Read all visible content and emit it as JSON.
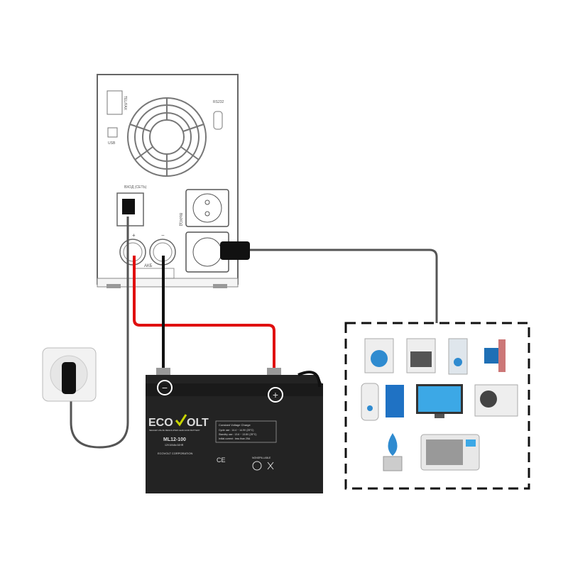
{
  "ups": {
    "telfax_label": "TEL/FAX",
    "usb_label": "USB",
    "rs232_label": "RS232",
    "input_label": "ВХОД (СЕТЬ)",
    "output_label": "ВЫХОД",
    "battery_label": "АКБ",
    "plus": "+",
    "minus": "−"
  },
  "battery": {
    "brand_left": "ECO",
    "brand_right": "OLT",
    "subtitle": "SEALED VALVE REGULATED LEAD ACID BATTERY",
    "model": "ML12-100",
    "rating": "12V100Ah/10HR",
    "company": "ECOVOLT CORPORATION",
    "spec_title": "Constant Voltage Charge",
    "spec_lines": [
      "Cycle use : 14.4 ~ 14.9V (25°C)",
      "Standby use : 13.6 ~ 13.8V (25°C)",
      "Initial current : less than 25A"
    ],
    "ce": "CE",
    "nonspillable": "NONSPILLABLE",
    "neg_terminal": "−",
    "pos_terminal": "+"
  },
  "colors": {
    "red_wire": "#e01010",
    "black_wire": "#111111",
    "grey_cable": "#555555",
    "battery": "#222222",
    "accent": "#c8d400"
  }
}
